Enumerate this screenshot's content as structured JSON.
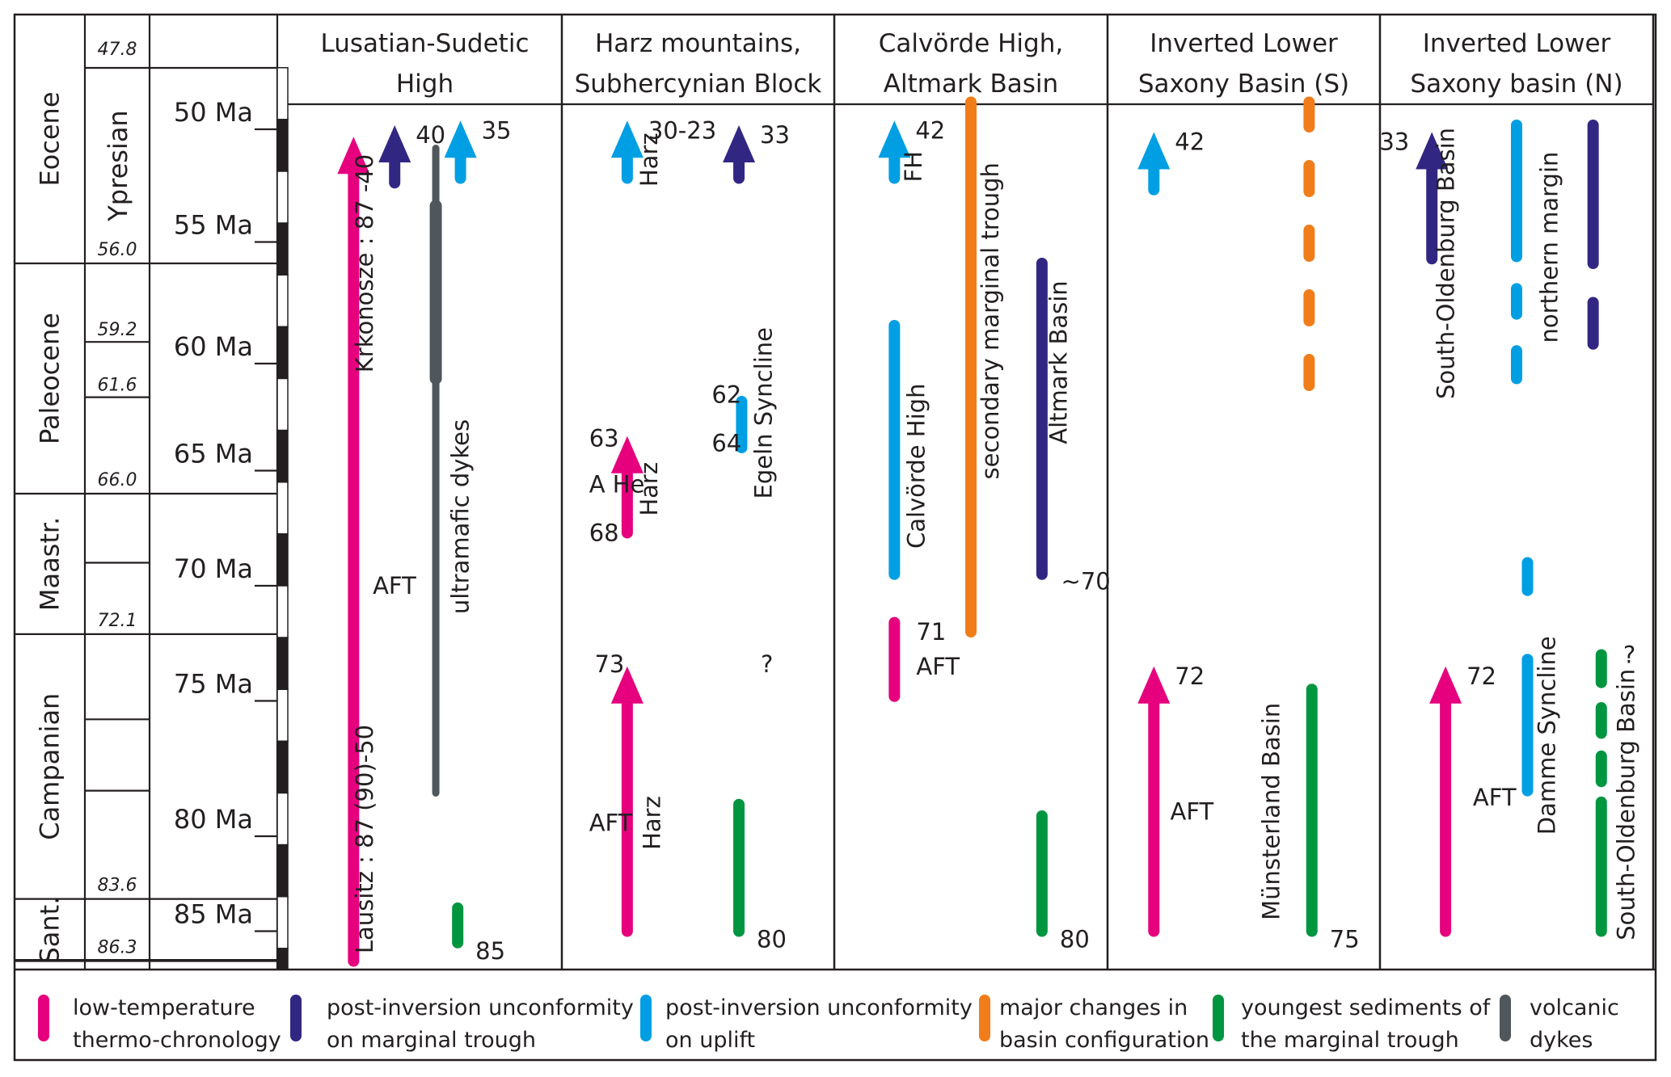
{
  "chart_data": {
    "type": "table",
    "title": "",
    "axis": {
      "label_unit": "Ma",
      "range": [
        47.8,
        86.8
      ],
      "tick_labels": [
        "50 Ma",
        "55 Ma",
        "60 Ma",
        "65 Ma",
        "70 Ma",
        "75 Ma",
        "80 Ma",
        "85 Ma"
      ],
      "tick_values": [
        50,
        55,
        60,
        65,
        70,
        75,
        80,
        85
      ]
    },
    "epochs": [
      {
        "name": "Eocene",
        "from": 47.8,
        "to": 56.0
      },
      {
        "name": "Paleocene",
        "from": 56.0,
        "to": 66.0
      },
      {
        "name": "Maastr.",
        "from": 66.0,
        "to": 72.1
      },
      {
        "name": "Campanian",
        "from": 72.1,
        "to": 83.6
      },
      {
        "name": "Sant.",
        "from": 83.6,
        "to": 86.3
      }
    ],
    "stages": [
      {
        "name": "Ypresian",
        "from": 47.8,
        "to": 56.0
      }
    ],
    "stage_boundaries": [
      "47.8",
      "56.0",
      "59.2",
      "61.6",
      "66.0",
      "72.1",
      "83.6",
      "86.3"
    ],
    "stage_boundary_values": [
      47.8,
      56.0,
      59.2,
      61.6,
      66.0,
      72.1,
      83.6,
      86.3
    ],
    "sub_divisions": [
      69.0,
      75.8,
      78.9
    ],
    "legend_placement": "bottom",
    "legend": [
      {
        "key": "thermo",
        "label_1": "low-temperature",
        "label_2": "thermo-chronology",
        "color": "#e6007e"
      },
      {
        "key": "trough",
        "label_1": "post-inversion unconformity",
        "label_2": "on marginal trough",
        "color": "#312783"
      },
      {
        "key": "uplift",
        "label_1": "post-inversion unconformity",
        "label_2": "on uplift",
        "color": "#009fe3"
      },
      {
        "key": "basin",
        "label_1": "major changes in",
        "label_2": "basin configuration",
        "color": "#f07d1a"
      },
      {
        "key": "sediment",
        "label_1": "youngest sediments of",
        "label_2": "the marginal trough",
        "color": "#009640"
      },
      {
        "key": "dykes",
        "label_1": "volcanic",
        "label_2": "dykes",
        "color": "#50575c"
      }
    ],
    "columns": [
      {
        "title_1": "Lusatian-Sudetic",
        "title_2": "High",
        "marks": [
          {
            "kind": "arrow",
            "type": "thermo",
            "from": 86.3,
            "to": 50.5,
            "pos": 0.24
          },
          {
            "kind": "arrow",
            "type": "trough",
            "from": 52.5,
            "to": 50.0,
            "pos": 0.39,
            "value_label": "40"
          },
          {
            "kind": "bar",
            "type": "dykes",
            "from": 51.0,
            "to": 79.0,
            "thick_from": 53.5,
            "thick_to": 61.0,
            "pos": 0.54
          },
          {
            "kind": "arrow",
            "type": "uplift",
            "from": 52.3,
            "to": 49.8,
            "pos": 0.63,
            "value_label": "35"
          },
          {
            "kind": "bar",
            "type": "sediment",
            "from": 84.0,
            "to": 85.5,
            "pos": 0.62,
            "value_label": "85"
          }
        ],
        "labels": [
          {
            "text": "Krkonosze : 87 -40",
            "vertical": true,
            "at": 56.0,
            "pos": 0.31
          },
          {
            "text": "AFT",
            "vertical": false,
            "at": 70.0,
            "pos": 0.31
          },
          {
            "text": "Lausitz : 87 (90)-50",
            "vertical": true,
            "at": 81.0,
            "pos": 0.31
          },
          {
            "text": "ultramafic dykes",
            "vertical": true,
            "at": 67.0,
            "pos": 0.66
          }
        ]
      },
      {
        "title_1": "Harz mountains,",
        "title_2": "Subhercynian Block",
        "marks": [
          {
            "kind": "arrow",
            "type": "uplift",
            "from": 52.3,
            "to": 49.8,
            "pos": 0.24,
            "value_label": "30-23"
          },
          {
            "kind": "arrow",
            "type": "trough",
            "from": 52.3,
            "to": 50.0,
            "pos": 0.65,
            "value_label": "33"
          },
          {
            "kind": "bar",
            "type": "uplift",
            "from": 62.0,
            "to": 64.0,
            "pos": 0.66
          },
          {
            "kind": "arrow",
            "type": "thermo",
            "from": 67.7,
            "to": 63.5,
            "pos": 0.24
          },
          {
            "kind": "arrow",
            "type": "thermo",
            "from": 85.0,
            "to": 73.5,
            "pos": 0.24
          },
          {
            "kind": "bar",
            "type": "sediment",
            "from": 79.5,
            "to": 85.0,
            "pos": 0.65,
            "value_label": "80"
          }
        ],
        "labels": [
          {
            "text": "Harz",
            "vertical": true,
            "at": 51.5,
            "pos": 0.35
          },
          {
            "text": "62",
            "vertical": false,
            "at": 61.7,
            "pos": 0.55
          },
          {
            "text": "64",
            "vertical": false,
            "at": 63.8,
            "pos": 0.55
          },
          {
            "text": "Egeln Syncline",
            "vertical": true,
            "at": 62.5,
            "pos": 0.77
          },
          {
            "text": "63",
            "vertical": false,
            "at": 63.6,
            "pos": 0.1
          },
          {
            "text": "A He",
            "vertical": false,
            "at": 65.6,
            "pos": 0.1
          },
          {
            "text": "68",
            "vertical": false,
            "at": 67.7,
            "pos": 0.1
          },
          {
            "text": "Harz",
            "vertical": true,
            "at": 65.8,
            "pos": 0.35
          },
          {
            "text": "73",
            "vertical": false,
            "at": 73.4,
            "pos": 0.12
          },
          {
            "text": "?",
            "vertical": false,
            "at": 73.4,
            "pos": 0.73
          },
          {
            "text": "AFT",
            "vertical": false,
            "at": 80.3,
            "pos": 0.1
          },
          {
            "text": "Harz",
            "vertical": true,
            "at": 80.3,
            "pos": 0.36
          }
        ]
      },
      {
        "title_1": "Calvörde High,",
        "title_2": "Altmark Basin",
        "marks": [
          {
            "kind": "arrow",
            "type": "uplift",
            "from": 52.3,
            "to": 49.8,
            "pos": 0.22,
            "value_label": "42"
          },
          {
            "kind": "bar",
            "type": "basin",
            "from": 49.0,
            "to": 72.0,
            "pos": 0.5
          },
          {
            "kind": "bar",
            "type": "trough",
            "from": 56.0,
            "to": 69.5,
            "pos": 0.76
          },
          {
            "kind": "bar",
            "type": "uplift",
            "from": 58.7,
            "to": 69.5,
            "pos": 0.22
          },
          {
            "kind": "bar",
            "type": "thermo",
            "from": 71.6,
            "to": 74.8,
            "pos": 0.22
          },
          {
            "kind": "bar",
            "type": "sediment",
            "from": 80.0,
            "to": 85.0,
            "pos": 0.76,
            "value_label": "80"
          }
        ],
        "labels": [
          {
            "text": "FH",
            "vertical": true,
            "at": 51.8,
            "pos": 0.32
          },
          {
            "text": "Calvörde High",
            "vertical": true,
            "at": 64.8,
            "pos": 0.33
          },
          {
            "text": "secondary marginal trough",
            "vertical": true,
            "at": 58.5,
            "pos": 0.6
          },
          {
            "text": "Altmark Basin",
            "vertical": true,
            "at": 60.3,
            "pos": 0.85
          },
          {
            "text": "~70",
            "vertical": false,
            "at": 69.8,
            "pos": 0.83
          },
          {
            "text": "71",
            "vertical": false,
            "at": 72.0,
            "pos": 0.3
          },
          {
            "text": "AFT",
            "vertical": false,
            "at": 73.5,
            "pos": 0.3
          }
        ]
      },
      {
        "title_1": "Inverted Lower",
        "title_2": "Saxony Basin (S)",
        "marks": [
          {
            "kind": "arrow",
            "type": "uplift",
            "from": 52.8,
            "to": 50.3,
            "pos": 0.17,
            "value_label": "42"
          },
          {
            "kind": "dashed",
            "type": "basin",
            "from": 49.0,
            "to": 61.3,
            "pos": 0.74
          },
          {
            "kind": "arrow",
            "type": "thermo",
            "from": 85.0,
            "to": 73.5,
            "pos": 0.17,
            "value_label": "72"
          },
          {
            "kind": "bar",
            "type": "sediment",
            "from": 74.5,
            "to": 85.0,
            "pos": 0.75,
            "value_label": "75"
          }
        ],
        "labels": [
          {
            "text": "AFT",
            "vertical": false,
            "at": 79.8,
            "pos": 0.23
          },
          {
            "text": "Münsterland Basin",
            "vertical": true,
            "at": 79.8,
            "pos": 0.63
          }
        ]
      },
      {
        "title_1": "Inverted Lower",
        "title_2": "Saxony basin (N)",
        "marks": [
          {
            "kind": "arrow",
            "type": "trough",
            "from": 55.8,
            "to": 50.3,
            "pos": 0.19,
            "value_label": "33"
          },
          {
            "kind": "bar",
            "type": "uplift",
            "from": 50.0,
            "to": 55.7,
            "pos": 0.5
          },
          {
            "kind": "bar",
            "type": "uplift",
            "from": 57.1,
            "to": 58.2,
            "pos": 0.5
          },
          {
            "kind": "bar",
            "type": "uplift",
            "from": 59.8,
            "to": 61.0,
            "pos": 0.5
          },
          {
            "kind": "bar",
            "type": "trough",
            "from": 50.0,
            "to": 56.0,
            "pos": 0.78
          },
          {
            "kind": "bar",
            "type": "trough",
            "from": 57.7,
            "to": 59.5,
            "pos": 0.78
          },
          {
            "kind": "bar",
            "type": "uplift",
            "from": 69.0,
            "to": 70.2,
            "pos": 0.54
          },
          {
            "kind": "arrow",
            "type": "thermo",
            "from": 85.0,
            "to": 73.5,
            "pos": 0.24,
            "value_label": "72"
          },
          {
            "kind": "bar",
            "type": "uplift",
            "from": 73.2,
            "to": 78.9,
            "pos": 0.54
          },
          {
            "kind": "bar",
            "type": "sediment",
            "from": 73.0,
            "to": 74.2,
            "pos": 0.81
          },
          {
            "kind": "bar",
            "type": "sediment",
            "from": 75.3,
            "to": 76.4,
            "pos": 0.81
          },
          {
            "kind": "bar",
            "type": "sediment",
            "from": 77.4,
            "to": 78.5,
            "pos": 0.81
          },
          {
            "kind": "bar",
            "type": "sediment",
            "from": 79.4,
            "to": 85.0,
            "pos": 0.81
          }
        ],
        "labels": [
          {
            "text": "South-Oldenburg Basin",
            "vertical": true,
            "at": 56.0,
            "pos": 0.27
          },
          {
            "text": "northern margin",
            "vertical": true,
            "at": 55.3,
            "pos": 0.65
          },
          {
            "text": "?",
            "vertical": false,
            "at": 73.0,
            "pos": 0.89
          },
          {
            "text": "Damme Syncline",
            "vertical": true,
            "at": 76.5,
            "pos": 0.64
          },
          {
            "text": "AFT",
            "vertical": false,
            "at": 79.2,
            "pos": 0.34
          },
          {
            "text": "South-Oldenburg Basin",
            "vertical": true,
            "at": 79.5,
            "pos": 0.93
          }
        ]
      }
    ]
  }
}
